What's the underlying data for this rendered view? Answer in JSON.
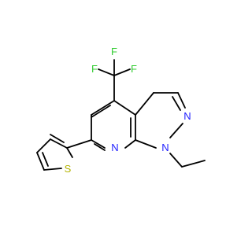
{
  "molecule": {
    "atoms": {
      "f_top": "F",
      "f_left": "F",
      "f_right": "F",
      "n_ring": "N",
      "n_ethyl": "N",
      "n_pyridine": "N",
      "s_thiophene": "S"
    }
  },
  "colors": {
    "bond": "#000000",
    "fluorine": "#33cc33",
    "nitrogen": "#2020ff",
    "sulfur": "#b3b300"
  }
}
